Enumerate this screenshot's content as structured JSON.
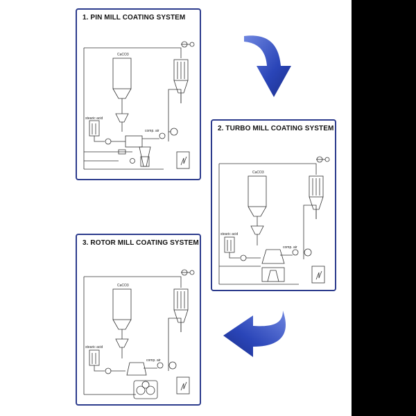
{
  "panels": [
    {
      "title": "1. PIN MILL COATING SYSTEM",
      "mill": "pin"
    },
    {
      "title": "2. TURBO MILL COATING SYSTEM",
      "mill": "turbo"
    },
    {
      "title": "3. ROTOR MILL COATING SYSTEM",
      "mill": "rotor"
    }
  ],
  "labels": {
    "caco3": "CaCO3",
    "stearic_acid": "stearic acid",
    "comp_air": "comp. air"
  },
  "colors": {
    "border": "#2b3a8c",
    "arrow": "#2a45b8",
    "line": "#333333"
  },
  "icons": [
    "down-arrow-icon",
    "left-arrow-icon"
  ]
}
